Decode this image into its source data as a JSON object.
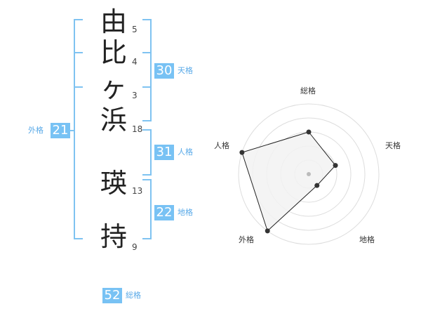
{
  "colors": {
    "bracket": "#7fc3f1",
    "badge": "#78c2f4",
    "badge_text": "#5aaae8",
    "polygon_fill": "#f2f2f2"
  },
  "name": {
    "characters": [
      {
        "char": "由",
        "strokes": "5"
      },
      {
        "char": "比",
        "strokes": "4"
      },
      {
        "char": "ヶ",
        "strokes": "3"
      },
      {
        "char": "浜",
        "strokes": "18"
      },
      {
        "char": "瑛",
        "strokes": "13"
      },
      {
        "char": "持",
        "strokes": "9"
      }
    ]
  },
  "fortunes": {
    "tenkaku": {
      "value": "30",
      "label": "天格"
    },
    "jinkaku": {
      "value": "31",
      "label": "人格"
    },
    "chikaku": {
      "value": "22",
      "label": "地格"
    },
    "gaikaku": {
      "value": "21",
      "label": "外格"
    },
    "soukaku": {
      "value": "52",
      "label": "総格"
    }
  },
  "radar": {
    "axes": [
      "総格",
      "天格",
      "地格",
      "外格",
      "人格"
    ],
    "levels": 5,
    "values": [
      3,
      2,
      1,
      5,
      5
    ],
    "max": 5
  }
}
